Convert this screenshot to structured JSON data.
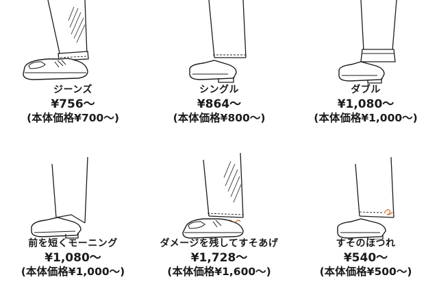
{
  "items": [
    {
      "name": "ジーンズ",
      "price": "¥756〜",
      "base": "(本体価格¥700〜)",
      "icon": "jeans-hem-icon"
    },
    {
      "name": "シングル",
      "price": "¥864〜",
      "base": "(本体価格¥800〜)",
      "icon": "single-hem-icon"
    },
    {
      "name": "ダブル",
      "price": "¥1,080〜",
      "base": "(本体価格¥1,000〜)",
      "icon": "double-cuff-hem-icon"
    },
    {
      "name": "前を短くモーニング",
      "price": "¥1,080〜",
      "base": "(本体価格¥1,000〜)",
      "icon": "morning-cut-hem-icon"
    },
    {
      "name": "ダメージを残してすそあげ",
      "price": "¥1,728〜",
      "base": "(本体価格¥1,600〜)",
      "icon": "damage-hem-icon"
    },
    {
      "name": "すそのほつれ",
      "price": "¥540〜",
      "base": "(本体価格¥500〜)",
      "icon": "fray-repair-icon"
    }
  ],
  "colors": {
    "line": "#1a1a1a",
    "stitch": "#d2691e"
  }
}
